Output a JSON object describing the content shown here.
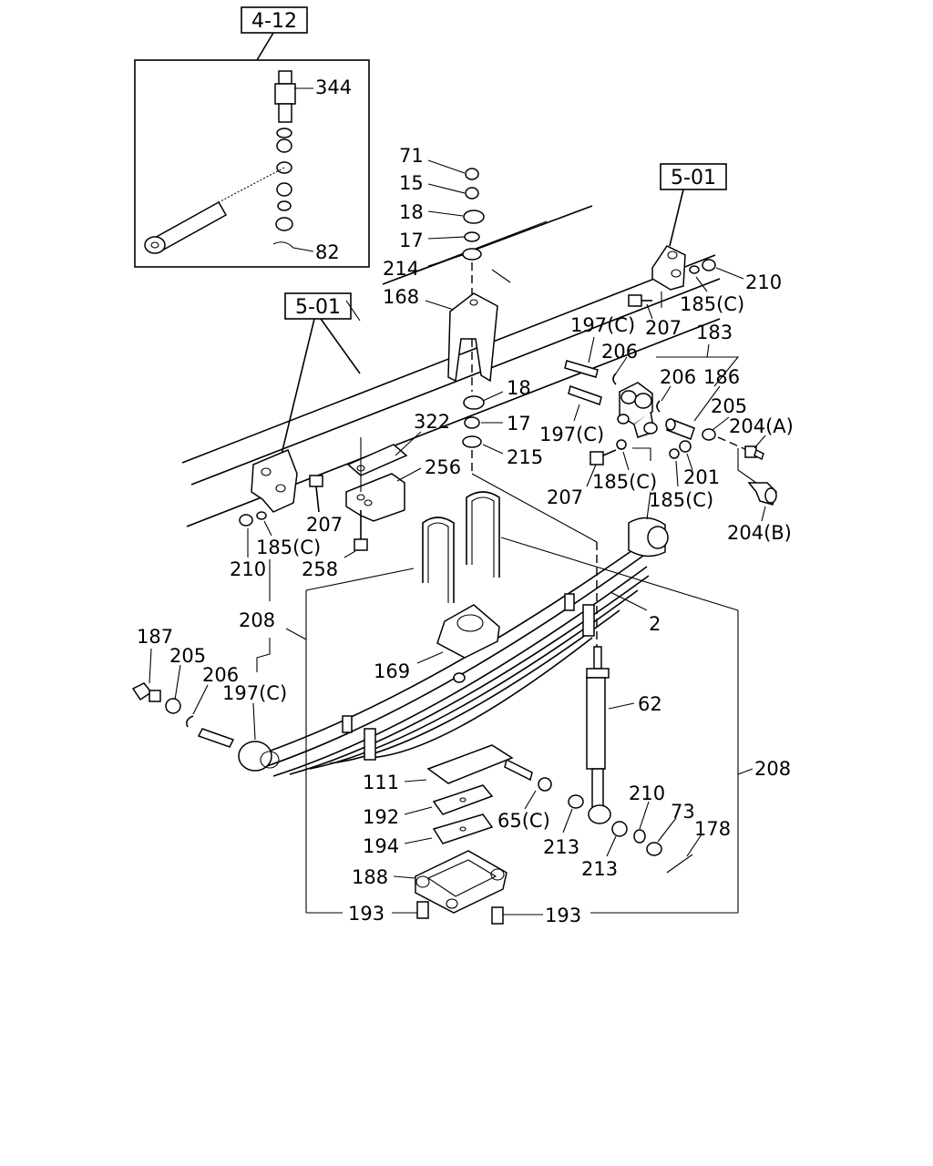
{
  "refs": {
    "ref_4_12": "4-12",
    "ref_5_01_right": "5-01",
    "ref_5_01_left": "5-01"
  },
  "parts": {
    "p344": "344",
    "p82": "82",
    "p71": "71",
    "p15": "15",
    "p18_top": "18",
    "p17_top": "17",
    "p214": "214",
    "p168": "168",
    "p18_mid": "18",
    "p17_mid": "17",
    "p215": "215",
    "p322": "322",
    "p256": "256",
    "p207_left": "207",
    "p258": "258",
    "p210_left": "210",
    "p185c_left": "185(C)",
    "p208_left": "208",
    "p187": "187",
    "p205_left": "205",
    "p206_left": "206",
    "p197c_left": "197(C)",
    "p169": "169",
    "p2": "2",
    "p62": "62",
    "p208_right": "208",
    "p111": "111",
    "p192": "192",
    "p194": "194",
    "p188": "188",
    "p193_left": "193",
    "p193_right": "193",
    "p65c": "65(C)",
    "p213_a": "213",
    "p213_b": "213",
    "p210_low": "210",
    "p73": "73",
    "p178": "178",
    "p210_top": "210",
    "p185c_top": "185(C)",
    "p207_top": "207",
    "p183": "183",
    "p197c_a": "197(C)",
    "p206_a": "206",
    "p206_b": "206",
    "p186": "186",
    "p205_right": "205",
    "p204a": "204(A)",
    "p197c_b": "197(C)",
    "p207_low": "207",
    "p185c_mid": "185(C)",
    "p201": "201",
    "p185c_low": "185(C)",
    "p204b": "204(B)"
  }
}
